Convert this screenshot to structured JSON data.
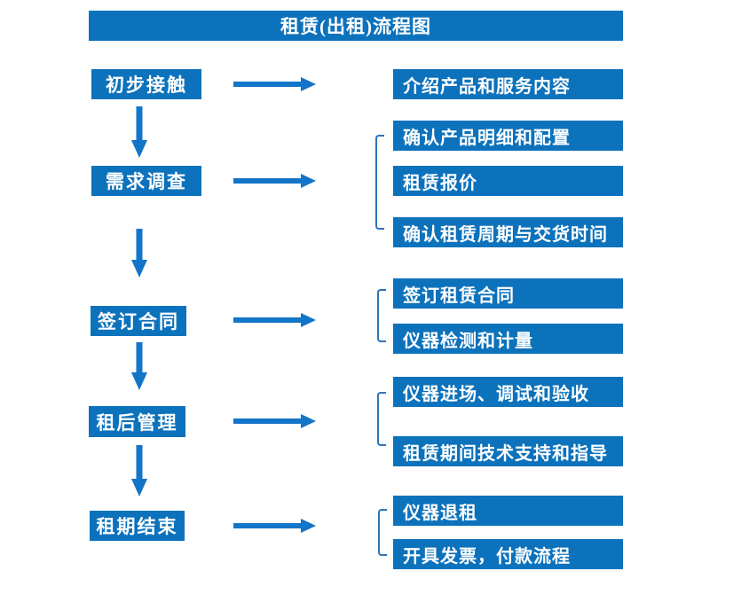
{
  "flow": {
    "title": "租赁(出租)流程图",
    "steps": [
      {
        "label": "初步接触",
        "details": [
          "介绍产品和服务内容"
        ]
      },
      {
        "label": "需求调查",
        "details": [
          "确认产品明细和配置",
          "租赁报价",
          "确认租赁周期与交货时间"
        ]
      },
      {
        "label": "签订合同",
        "details": [
          "签订租赁合同",
          "仪器检测和计量"
        ]
      },
      {
        "label": "租后管理",
        "details": [
          "仪器进场、调试和验收",
          "租赁期间技术支持和指导"
        ]
      },
      {
        "label": "租期结束",
        "details": [
          "仪器退租",
          "开具发票，付款流程"
        ]
      }
    ]
  },
  "colors": {
    "box_fill": "#0d72bc",
    "arrow": "#1375c8",
    "bracket": "#2e74b5",
    "text": "#ffffff",
    "background": "#ffffff"
  }
}
